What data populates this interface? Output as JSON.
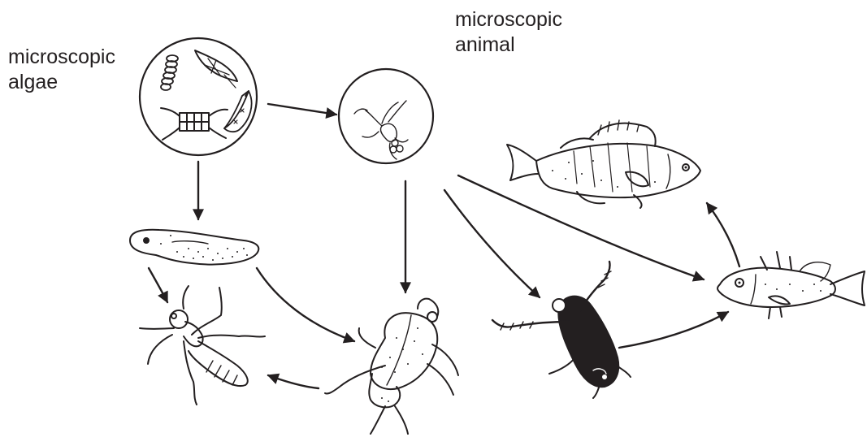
{
  "labels": {
    "algae": [
      "microscopic",
      "algae"
    ],
    "animal": [
      "microscopic",
      "animal"
    ]
  },
  "organisms": [
    {
      "id": "microscopic-algae",
      "icon": "algae-cells-icon"
    },
    {
      "id": "microscopic-animal",
      "icon": "zooplankton-icon"
    },
    {
      "id": "tadpole",
      "icon": "tadpole-icon"
    },
    {
      "id": "dragonfly-nymph",
      "icon": "dragonfly-nymph-icon"
    },
    {
      "id": "water-beetle",
      "icon": "water-beetle-icon"
    },
    {
      "id": "water-boatman",
      "icon": "water-boatman-icon"
    },
    {
      "id": "stickleback",
      "icon": "stickleback-icon"
    },
    {
      "id": "perch",
      "icon": "perch-icon"
    }
  ],
  "links": [
    {
      "from": "microscopic-algae",
      "to": "microscopic-animal"
    },
    {
      "from": "microscopic-algae",
      "to": "tadpole"
    },
    {
      "from": "tadpole",
      "to": "dragonfly-nymph"
    },
    {
      "from": "tadpole",
      "to": "water-beetle"
    },
    {
      "from": "microscopic-animal",
      "to": "water-beetle"
    },
    {
      "from": "microscopic-animal",
      "to": "water-boatman"
    },
    {
      "from": "microscopic-animal",
      "to": "stickleback"
    },
    {
      "from": "water-beetle",
      "to": "dragonfly-nymph"
    },
    {
      "from": "water-boatman",
      "to": "stickleback"
    },
    {
      "from": "stickleback",
      "to": "perch"
    }
  ],
  "colors": {
    "ink": "#231f20",
    "paper": "#ffffff"
  }
}
